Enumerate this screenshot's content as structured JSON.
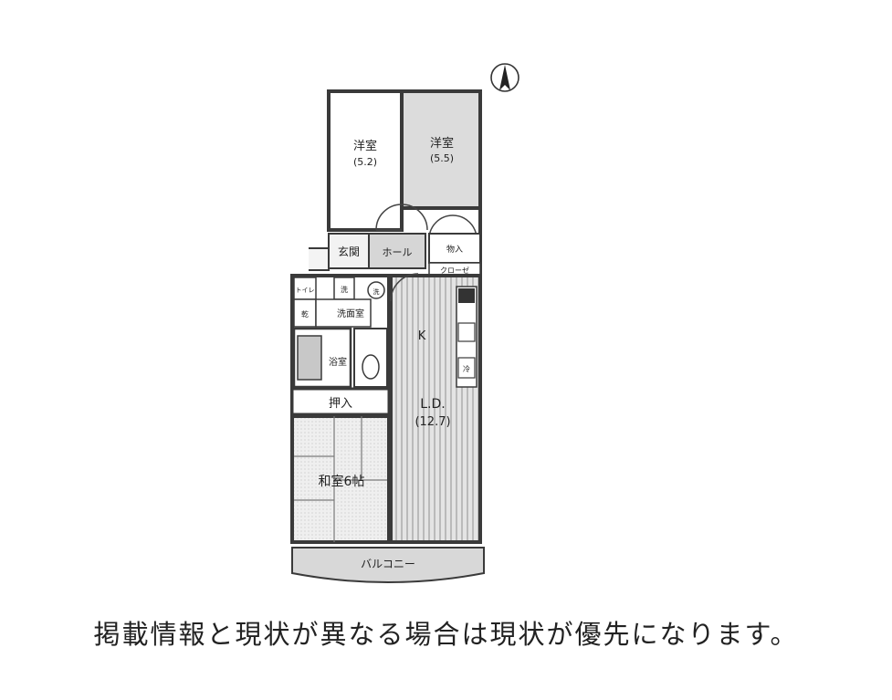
{
  "rooms": {
    "western_room_1": {
      "name": "洋室",
      "size": "(5.2)"
    },
    "western_room_2": {
      "name": "洋室",
      "size": "(5.5)"
    },
    "entrance": "玄関",
    "hall": "ホール",
    "storage": "物入",
    "closet": "クローゼ",
    "toilet": "トイレ",
    "washroom": "洗面室",
    "laundry": "洗",
    "dryer": "乾",
    "wash_sink": "洗",
    "bathroom": "浴室",
    "kitchen": "K",
    "living_dining": {
      "name": "L.D.",
      "size": "(12.7)"
    },
    "oshiire": "押入",
    "japanese_room": "和室6帖",
    "balcony": "バルコニー",
    "fridge": "冷"
  },
  "disclaimer": "掲載情報と現状が異なる場合は現状が優先になります。",
  "colors": {
    "wall": "#3a3a3a",
    "shaded_room": "#dcdcdc",
    "ld_stripe": "#b5b5b5",
    "text": "#222222"
  },
  "icons": [
    "north-arrow-icon"
  ]
}
